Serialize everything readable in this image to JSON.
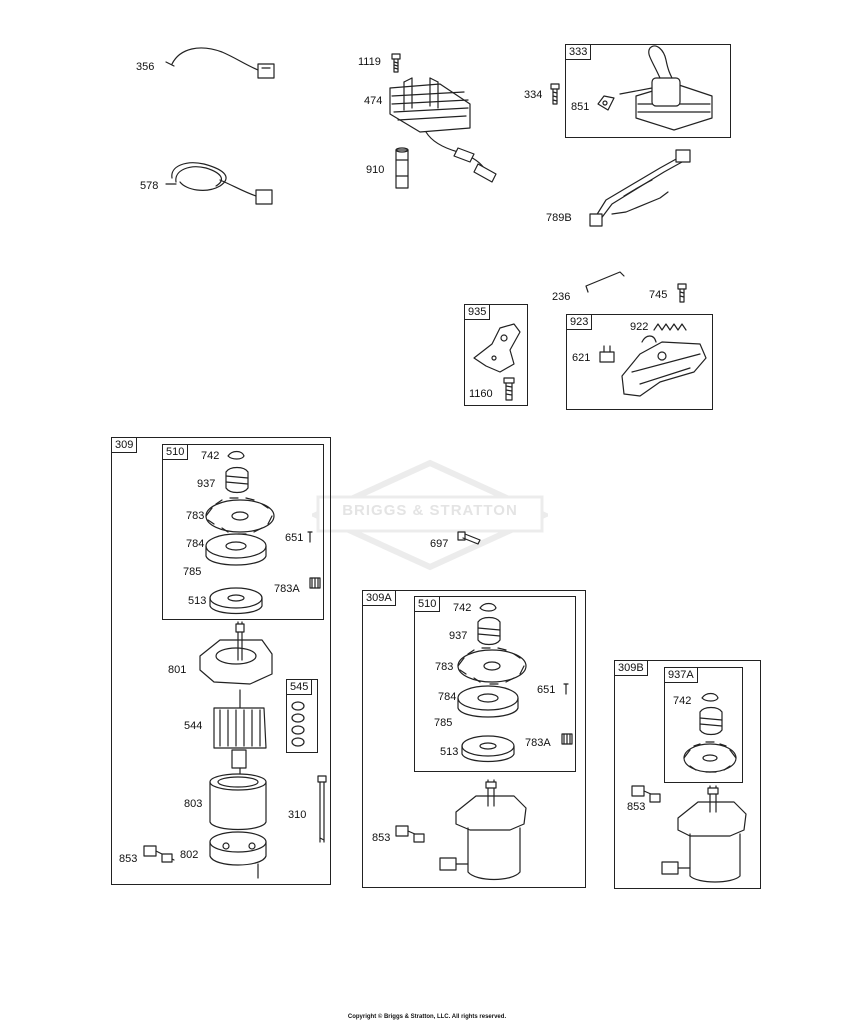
{
  "labels": {
    "p356": "356",
    "p578": "578",
    "p1119": "1119",
    "p474": "474",
    "p910": "910",
    "p334": "334",
    "p851": "851",
    "p789B": "789B",
    "p236": "236",
    "p745": "745",
    "p1160": "1160",
    "p922": "922",
    "p621": "621",
    "p697": "697",
    "a742": "742",
    "a937": "937",
    "a783": "783",
    "a651": "651",
    "a784": "784",
    "a785": "785",
    "a783A": "783A",
    "a513": "513",
    "a801": "801",
    "a544": "544",
    "a803": "803",
    "a310": "310",
    "a853": "853",
    "a802": "802",
    "b742": "742",
    "b937": "937",
    "b783": "783",
    "b651": "651",
    "b784": "784",
    "b785": "785",
    "b783A": "783A",
    "b513": "513",
    "b853": "853",
    "c742": "742",
    "c853": "853"
  },
  "boxes": {
    "b333": "333",
    "b935": "935",
    "b923": "923",
    "b309": "309",
    "b510a": "510",
    "b545": "545",
    "b309A": "309A",
    "b510b": "510",
    "b309B": "309B",
    "b937A": "937A"
  },
  "watermark": "BRIGGS & STRATTON",
  "copyright": "Copyright © Briggs & Stratton, LLC. All rights reserved."
}
